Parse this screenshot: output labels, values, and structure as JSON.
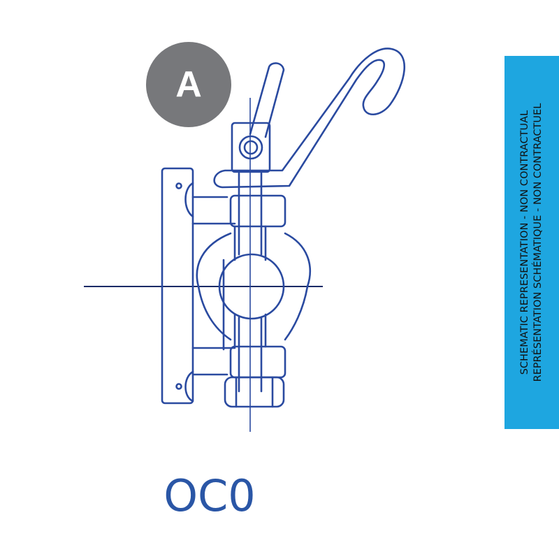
{
  "badge": {
    "letter": "A"
  },
  "model": {
    "code": "OC0"
  },
  "disclaimer": {
    "line_en": "SCHEMATIC REPRESENTATION -  NON CONTRACTUAL",
    "line_fr": "REPRÉSENTATION SCHÉMATIQUE  - NON CONTRACTUEL"
  },
  "colors": {
    "drawing_stroke": "#2a4aa0",
    "badge_fill": "#77787b",
    "banner_fill": "#1ea6e0",
    "caption_text": "#2a56a6"
  }
}
